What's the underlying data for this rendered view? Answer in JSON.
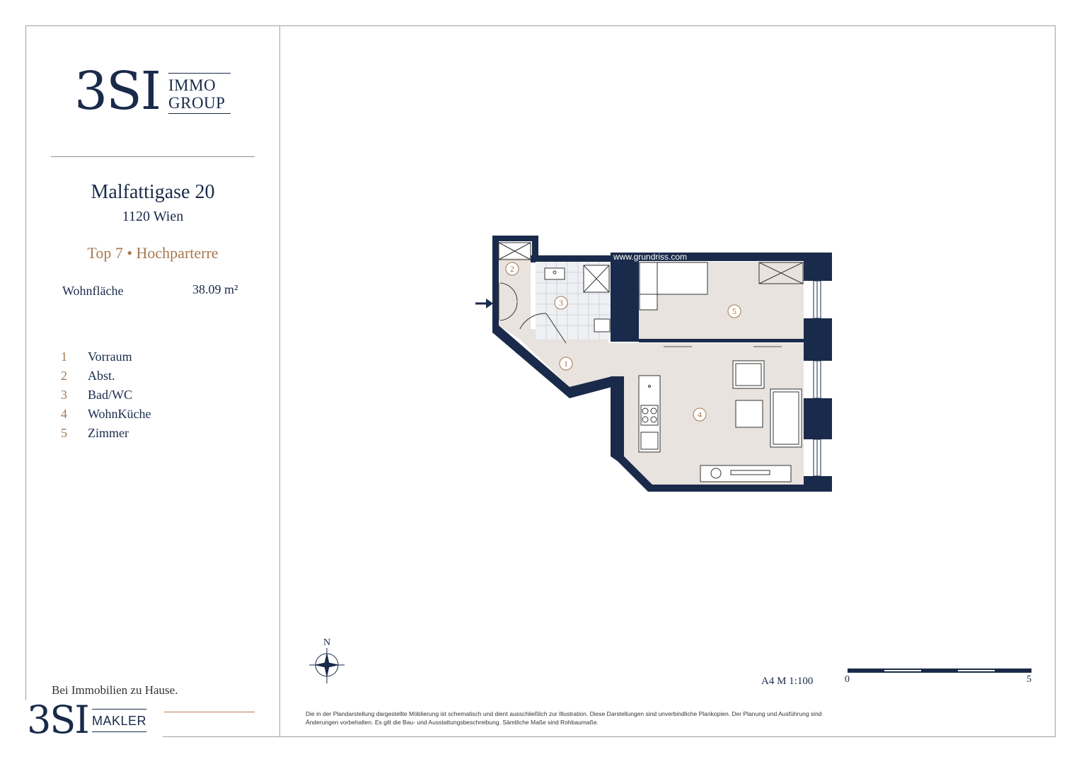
{
  "brand": {
    "logo_main": "3SI",
    "logo_line1": "IMMO",
    "logo_line2": "GROUP"
  },
  "property": {
    "street": "Malfattigase 20",
    "city": "1120 Wien",
    "unit": "Top 7 • Hochparterre",
    "area_label": "Wohnfläche",
    "area_value": "38.09 m²"
  },
  "rooms": [
    {
      "num": "1",
      "name": "Vorraum"
    },
    {
      "num": "2",
      "name": "Abst."
    },
    {
      "num": "3",
      "name": "Bad/WC"
    },
    {
      "num": "4",
      "name": "WohnKüche"
    },
    {
      "num": "5",
      "name": "Zimmer"
    }
  ],
  "plan": {
    "watermark": "www.grundriss.com"
  },
  "compass": {
    "label": "N"
  },
  "scale": {
    "label": "A4  M 1:100",
    "start": "0",
    "end": "5"
  },
  "footer": {
    "tagline": "Bei Immobilien zu Hause.",
    "logo_main": "3SI",
    "logo_sub": "MAKLER",
    "disclaimer": "Die in der Plandarstellung dargestellte Möblierung ist schematisch und dient ausschließlich zur Illustration. Diese Darstellungen sind unverbindliche Plankopien. Der Planung und Ausführung sind Änderungen vorbehalten. Es gilt die Bau- und Ausstattungsbeschreibung. Sämtliche Maße sind Rohbaumaße."
  },
  "colors": {
    "navy": "#1a2a4a",
    "accent": "#a5784f",
    "floor": "#e8e3de",
    "tile": "#eef0f3"
  }
}
